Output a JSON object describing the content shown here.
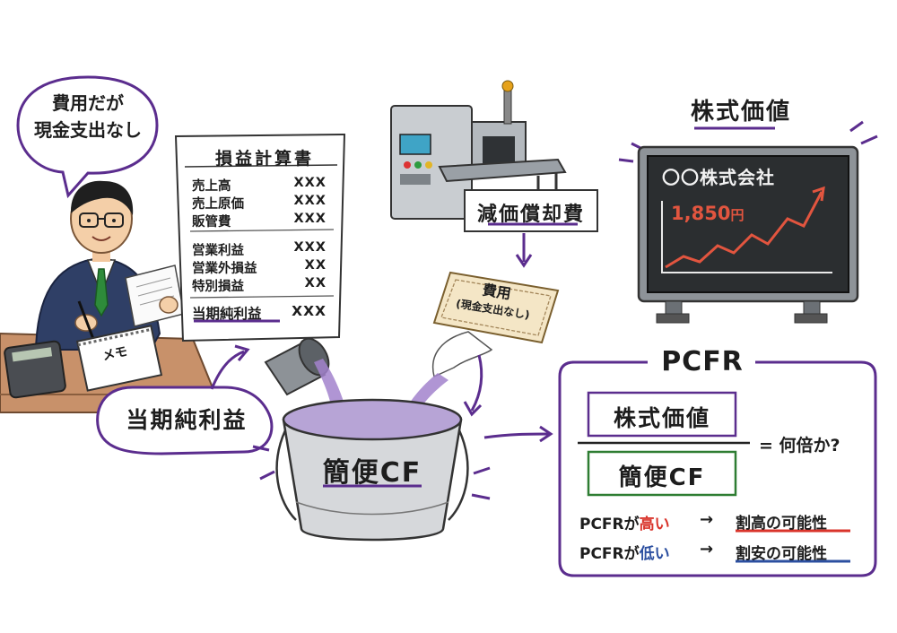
{
  "speech_bubble": {
    "line1": "費用だが",
    "line2": "現金支出なし"
  },
  "income_statement": {
    "title": "損益計算書",
    "rows": [
      {
        "label": "売上高",
        "value": "XXX"
      },
      {
        "label": "売上原価",
        "value": "XXX"
      },
      {
        "label": "販管費",
        "value": "XXX"
      },
      {
        "label": "営業利益",
        "value": "XXX"
      },
      {
        "label": "営業外損益",
        "value": "XX"
      },
      {
        "label": "特別損益",
        "value": "XX"
      }
    ],
    "net_income_label": "当期純利益",
    "net_income_value": "XXX"
  },
  "memo_label": "メモ",
  "net_income_tag": "当期純利益",
  "depreciation_label": "減価償却費",
  "expense_card": {
    "title": "費用",
    "subtitle": "(現金支出なし)"
  },
  "bucket_label": "簡便CF",
  "market_value": {
    "title": "株式価値",
    "company": "〇〇株式会社",
    "price": "1,850",
    "price_unit": "円"
  },
  "pcfr": {
    "title": "PCFR",
    "numerator": "株式価値",
    "denominator": "簡便CF",
    "equals": "= 何倍か?",
    "high_prefix": "PCFRが",
    "high_word": "高い",
    "high_arrow": "→",
    "high_result": "割高の可能性",
    "low_prefix": "PCFRが",
    "low_word": "低い",
    "low_arrow": "→",
    "low_result": "割安の可能性"
  },
  "colors": {
    "accent": "#5b2d8e",
    "red": "#d9342b",
    "blue": "#2c4fa0",
    "green": "#2e7d32",
    "board": "#2b2e30"
  }
}
